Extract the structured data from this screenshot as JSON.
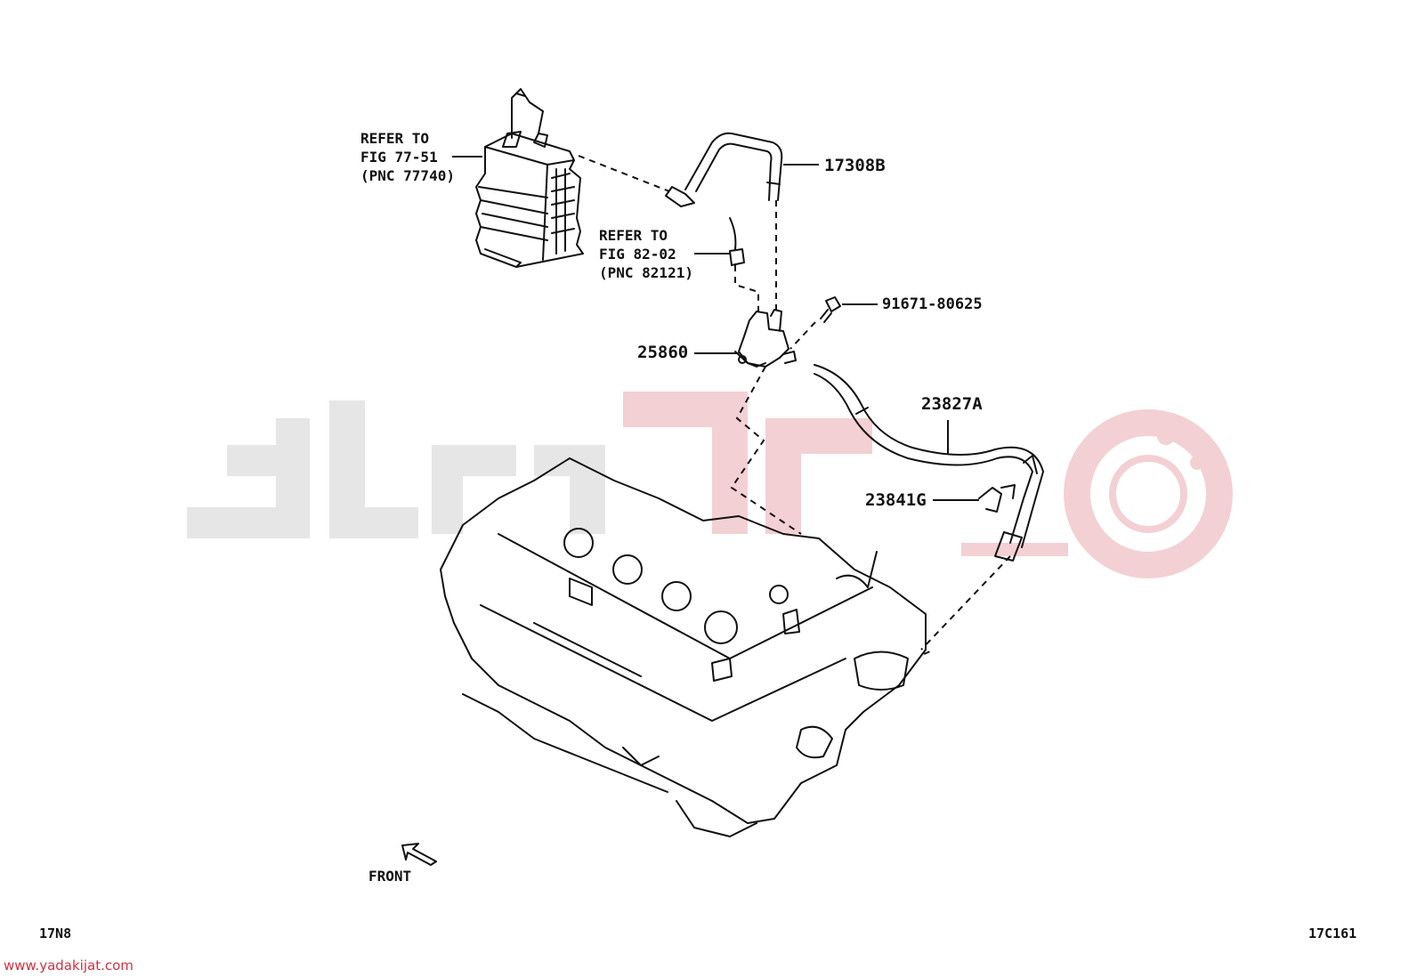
{
  "refs": {
    "canister": [
      "REFER TO",
      "FIG 77-51",
      "(PNC 77740)"
    ],
    "sensor": [
      "REFER TO",
      "FIG 82-02",
      "(PNC 82121)"
    ]
  },
  "parts": {
    "hose_upper": "17308B",
    "bolt": "91671-80625",
    "vsv": "25860",
    "hose_lower": "23827A",
    "clamp": "23841G"
  },
  "front_label": "FRONT",
  "codes": {
    "left": "17N8",
    "right": "17C161"
  },
  "watermark_url": "www.yadakijat.com",
  "colors": {
    "line": "#111111",
    "watermark_gray": "#e6e6e6",
    "watermark_red": "#f3d0d4",
    "url_red": "#d03040"
  }
}
